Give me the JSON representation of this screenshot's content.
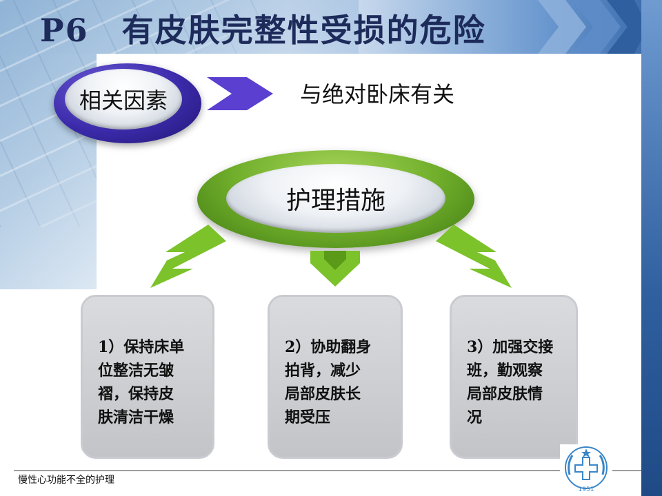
{
  "slide": {
    "title": "P6　有皮肤完整性受损的危险",
    "factor_label": "相关因素",
    "factor_text": "与绝对卧床有关",
    "measures_label": "护理措施",
    "cards": [
      {
        "lines": [
          "1）保持床单",
          "位整洁无皱",
          "褶，保持皮",
          "肤清洁干燥"
        ]
      },
      {
        "lines": [
          "2）协助翻身",
          "拍背，减少",
          "局部皮肤长",
          "期受压"
        ]
      },
      {
        "lines": [
          "3）加强交接",
          "班，勤观察",
          "局部皮肤情",
          "况"
        ]
      }
    ],
    "footer": "慢性心功能不全的护理",
    "logo": {
      "icon": "hospital-emblem-icon",
      "year": "1951"
    }
  },
  "colors": {
    "title": "#1d2b5b",
    "purple_ring": "#3b2aa9",
    "green_ring": "#72b02c",
    "arrow": "#5a3fd0",
    "card_bg": "#cfd1d4",
    "right_bar": "#2f5f9f"
  }
}
